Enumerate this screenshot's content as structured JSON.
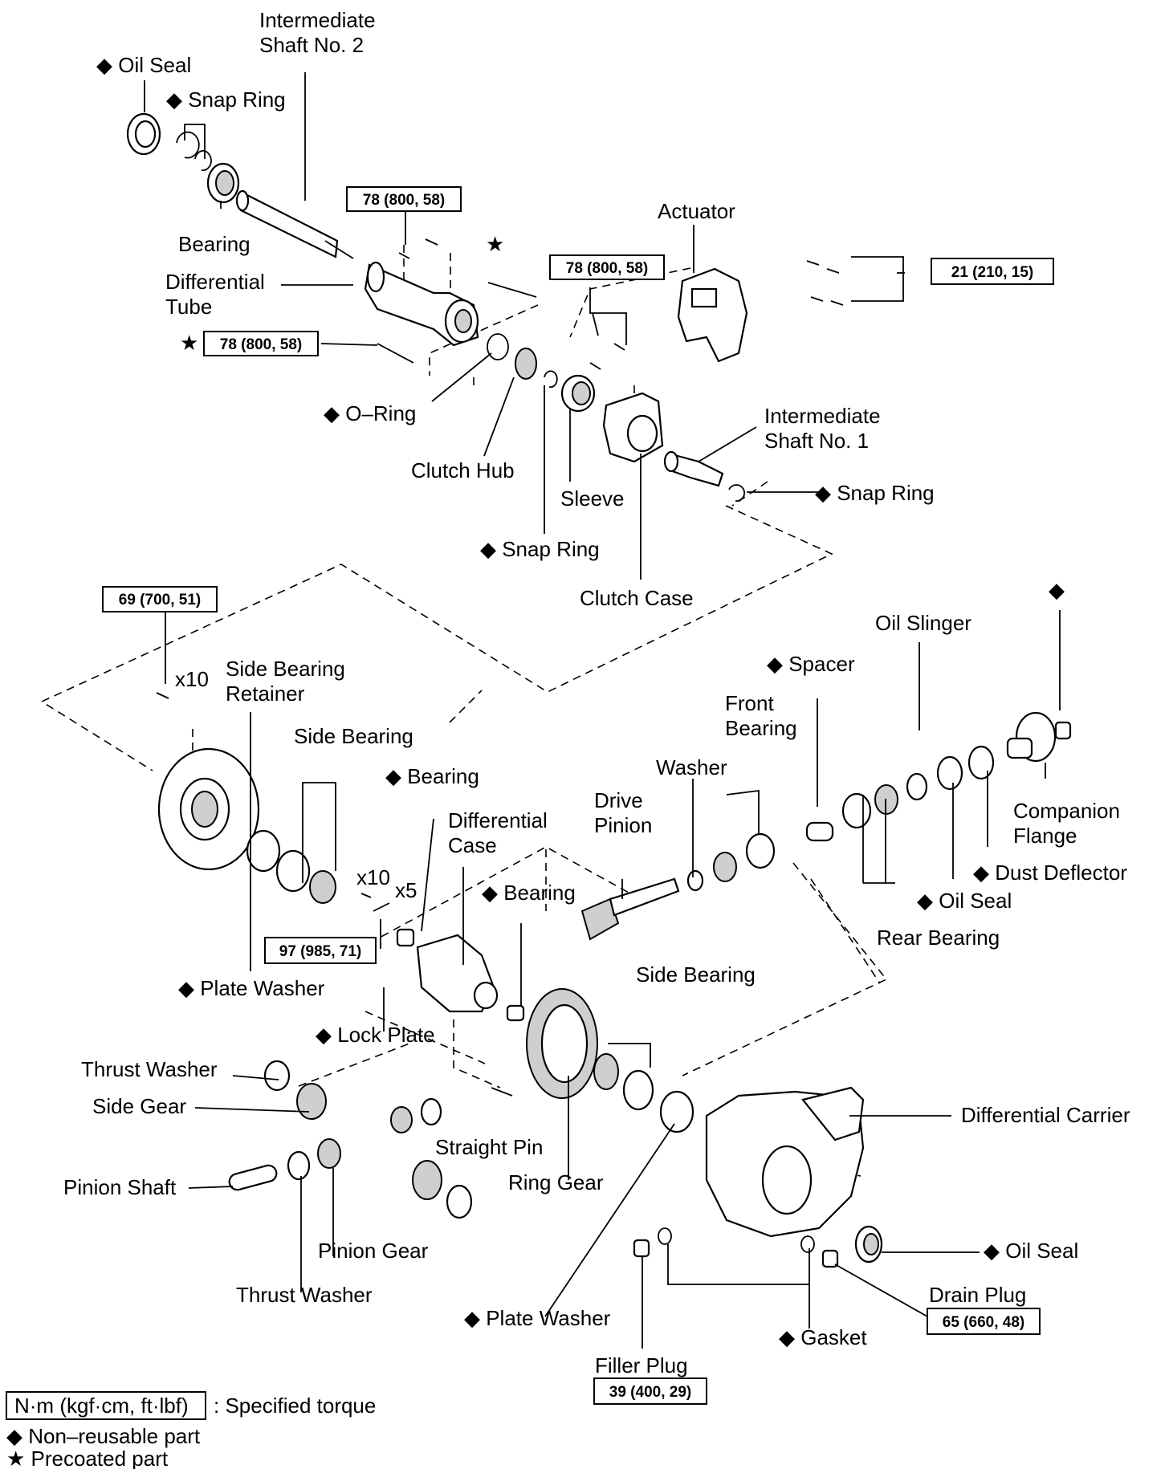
{
  "labels": {
    "intermediate_shaft_2_l1": "Intermediate",
    "intermediate_shaft_2_l2": "Shaft No. 2",
    "oil_seal_top": "◆ Oil Seal",
    "snap_ring_top": "◆ Snap Ring",
    "bearing_top": "Bearing",
    "differential_tube_l1": "Differential",
    "differential_tube_l2": "Tube",
    "star_mark": "★",
    "o_ring": "◆ O–Ring",
    "clutch_hub": "Clutch Hub",
    "sleeve": "Sleeve",
    "snap_ring_mid": "◆ Snap Ring",
    "clutch_case": "Clutch Case",
    "actuator": "Actuator",
    "intermediate_shaft_1_l1": "Intermediate",
    "intermediate_shaft_1_l2": "Shaft No. 1",
    "snap_ring_right": "◆ Snap Ring",
    "x10_top": "x10",
    "side_bearing_retainer_l1": "Side Bearing",
    "side_bearing_retainer_l2": "Retainer",
    "side_bearing_left": "Side Bearing",
    "bearing_mid": "◆ Bearing",
    "differential_case_l1": "Differential",
    "differential_case_l2": "Case",
    "x10_mid": "x10",
    "x5": "x5",
    "bearing_lower": "◆ Bearing",
    "plate_washer_left": "◆ Plate Washer",
    "lock_plate": "◆ Lock Plate",
    "drive_pinion_l1": "Drive",
    "drive_pinion_l2": "Pinion",
    "washer": "Washer",
    "front_bearing_l1": "Front",
    "front_bearing_l2": "Bearing",
    "spacer": "◆ Spacer",
    "oil_slinger": "Oil Slinger",
    "diamond_top_right": "◆",
    "companion_flange_l1": "Companion",
    "companion_flange_l2": "Flange",
    "dust_deflector": "◆ Dust Deflector",
    "oil_seal_mid": "◆ Oil Seal",
    "rear_bearing": "Rear Bearing",
    "side_bearing_right": "Side Bearing",
    "thrust_washer_top": "Thrust Washer",
    "side_gear": "Side Gear",
    "straight_pin": "Straight Pin",
    "ring_gear": "Ring Gear",
    "differential_carrier": "Differential Carrier",
    "pinion_shaft": "Pinion Shaft",
    "pinion_gear": "Pinion Gear",
    "thrust_washer_bottom": "Thrust Washer",
    "oil_seal_bottom": "◆ Oil Seal",
    "drain_plug": "Drain Plug",
    "plate_washer_bottom": "◆ Plate Washer",
    "gasket": "◆ Gasket",
    "filler_plug": "Filler Plug"
  },
  "torque_boxes": {
    "t_78_a": "78 (800, 58)",
    "t_78_b": "78 (800, 58)",
    "t_78_c": "78 (800, 58)",
    "t_21": "21 (210, 15)",
    "t_69": "69 (700, 51)",
    "t_97": "97 (985, 71)",
    "t_65": "65 (660, 48)",
    "t_39": "39 (400, 29)"
  },
  "legend": {
    "unit_box": "N·m (kgf·cm, ft·lbf)",
    "unit_desc": ": Specified torque",
    "non_reusable": "◆ Non–reusable part",
    "precoated": "★ Precoated part"
  }
}
